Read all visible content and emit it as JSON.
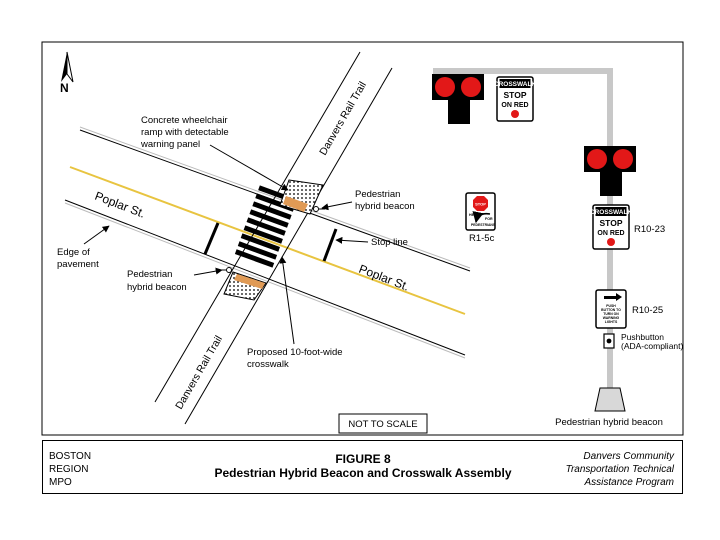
{
  "north_label": "N",
  "roads": {
    "poplar_left": "Poplar St.",
    "poplar_right": "Poplar St.",
    "trail_top": "Danvers Rail Trail",
    "trail_bottom": "Danvers Rail Trail"
  },
  "callouts": {
    "ramp": [
      "Concrete wheelchair",
      "ramp with detectable",
      "warning panel"
    ],
    "beacon_right": [
      "Pedestrian",
      "hybrid beacon"
    ],
    "beacon_left": [
      "Pedestrian",
      "hybrid beacon"
    ],
    "edge": [
      "Edge of",
      "pavement"
    ],
    "stop_line": "Stop line",
    "crosswalk": [
      "Proposed 10-foot-wide",
      "crosswalk"
    ]
  },
  "scale_note": "NOT TO SCALE",
  "signs": {
    "crosswalk_word": "CROSSWALK",
    "stop_word": "STOP",
    "on_red_word": "ON RED",
    "r1_stop": "STOP",
    "r1_here": "HERE",
    "r1_for": "FOR",
    "r1_ped": "PEDESTRIANS",
    "r1_code": "R1-5c",
    "r10_23_code": "R10-23",
    "r10_25_code": "R10-25",
    "r10_25_text": [
      "PUSH",
      "BUTTON TO",
      "TURN ON",
      "WARNING",
      "LIGHTS"
    ],
    "pushbutton": [
      "Pushbutton",
      "(ADA-compliant)"
    ],
    "base_label": "Pedestrian hybrid beacon"
  },
  "footer": {
    "org": [
      "BOSTON",
      "REGION",
      "MPO"
    ],
    "figure": "FIGURE 8",
    "title": "Pedestrian Hybrid Beacon and Crosswalk Assembly",
    "program": [
      "Danvers Community",
      "Transportation Technical",
      "Assistance Program"
    ]
  },
  "colors": {
    "centerline": "#e8c440",
    "ramp_panel": "#e09a55",
    "signal_red": "#e21818",
    "pole_gray": "#c8c8c8",
    "base_gray": "#d8d8d8"
  }
}
